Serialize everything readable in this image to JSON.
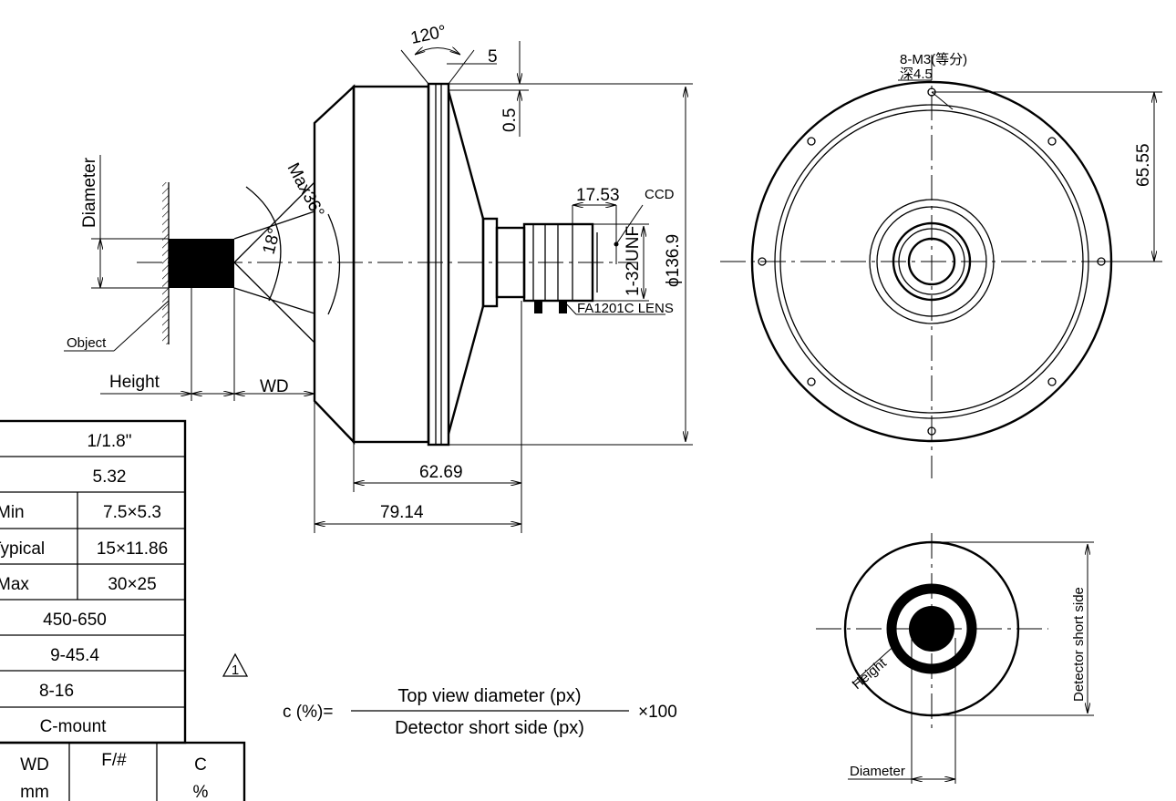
{
  "side_view": {
    "angle_120": "120°",
    "dim_5": "5",
    "dim_0_5": "0.5",
    "diameter_label": "Diameter",
    "max_angle": "Max36°",
    "angle_18": "18°",
    "object_label": "Object",
    "height_label": "Height",
    "wd_label": "WD",
    "dim_17_53": "17.53",
    "ccd_label": "CCD",
    "thread_label": "1-32UNF",
    "outer_diameter": "ϕ136.9",
    "lens_label": "FA1201C  LENS",
    "dim_62_69": "62.69",
    "dim_79_14": "79.14"
  },
  "front_view": {
    "holes_label": "8-M3(等分)",
    "depth_label": "深4.5",
    "dim_65_55": "65.55"
  },
  "top_view": {
    "detector_label": "Detector short side",
    "height_label": "Height",
    "diameter_label": "Diameter"
  },
  "spec_table": {
    "rows": [
      {
        "value": "1/1.8\""
      },
      {
        "value": "5.32"
      },
      {
        "sub": "Min",
        "value": "7.5×5.3"
      },
      {
        "sub": "Typical",
        "value": "15×11.86"
      },
      {
        "sub": "Max",
        "value": "30×25"
      },
      {
        "value": "450-650"
      },
      {
        "value": "9-45.4"
      },
      {
        "value": "8-16"
      },
      {
        "value": "C-mount"
      }
    ]
  },
  "perf_table": {
    "headers": [
      {
        "top": "WD",
        "bottom": "mm"
      },
      {
        "top": "F/#",
        "bottom": ""
      },
      {
        "top": "C",
        "bottom": "%"
      }
    ]
  },
  "note_marker": "1",
  "formula": {
    "lhs": "c (%)=",
    "numerator": "Top view diameter (px)",
    "denominator": "Detector short side (px)",
    "multiplier": "×100"
  }
}
